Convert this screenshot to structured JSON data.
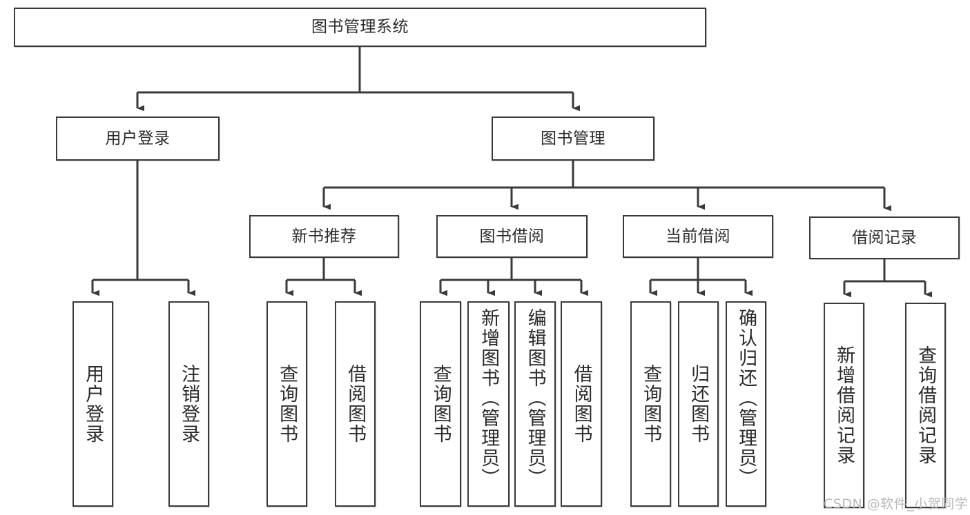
{
  "diagram": {
    "title": "图书管理系统",
    "type": "hierarchy-tree",
    "root": {
      "id": "root",
      "label": "图书管理系统",
      "level": 0
    },
    "level2": [
      {
        "id": "user-login",
        "label": "用户登录"
      },
      {
        "id": "book-manage",
        "label": "图书管理"
      }
    ],
    "level3": [
      {
        "id": "new-book-rec",
        "label": "新书推荐",
        "parent": "book-manage"
      },
      {
        "id": "book-borrow",
        "label": "图书借阅",
        "parent": "book-manage"
      },
      {
        "id": "current-borrow",
        "label": "当前借阅",
        "parent": "book-manage"
      },
      {
        "id": "borrow-record",
        "label": "借阅记录",
        "parent": "book-manage"
      }
    ],
    "leaves": [
      {
        "id": "leaf-user-login",
        "label": "用户登录",
        "parent": "user-login"
      },
      {
        "id": "leaf-logout",
        "label": "注销登录",
        "parent": "user-login"
      },
      {
        "id": "leaf-query-book-1",
        "label": "查询图书",
        "parent": "new-book-rec"
      },
      {
        "id": "leaf-borrow-book-1",
        "label": "借阅图书",
        "parent": "new-book-rec"
      },
      {
        "id": "leaf-query-book-2",
        "label": "查询图书",
        "parent": "book-borrow"
      },
      {
        "id": "leaf-add-book",
        "label": "新增图书（管理员）",
        "parent": "book-borrow"
      },
      {
        "id": "leaf-edit-book",
        "label": "编辑图书（管理员）",
        "parent": "book-borrow"
      },
      {
        "id": "leaf-borrow-book-2",
        "label": "借阅图书",
        "parent": "book-borrow"
      },
      {
        "id": "leaf-query-book-3",
        "label": "查询图书",
        "parent": "current-borrow"
      },
      {
        "id": "leaf-return-book",
        "label": "归还图书",
        "parent": "current-borrow"
      },
      {
        "id": "leaf-confirm-return",
        "label": "确认归还（管理员）",
        "parent": "current-borrow"
      },
      {
        "id": "leaf-add-record",
        "label": "新增借阅记录",
        "parent": "borrow-record"
      },
      {
        "id": "leaf-query-record",
        "label": "查询借阅记录",
        "parent": "borrow-record"
      }
    ],
    "watermark": "CSDN @软件_小贺同学",
    "colors": {
      "stroke": "#3a3a3a",
      "fill": "#ffffff",
      "text": "#2b2b2b",
      "watermark": "#b9b9b9"
    }
  }
}
